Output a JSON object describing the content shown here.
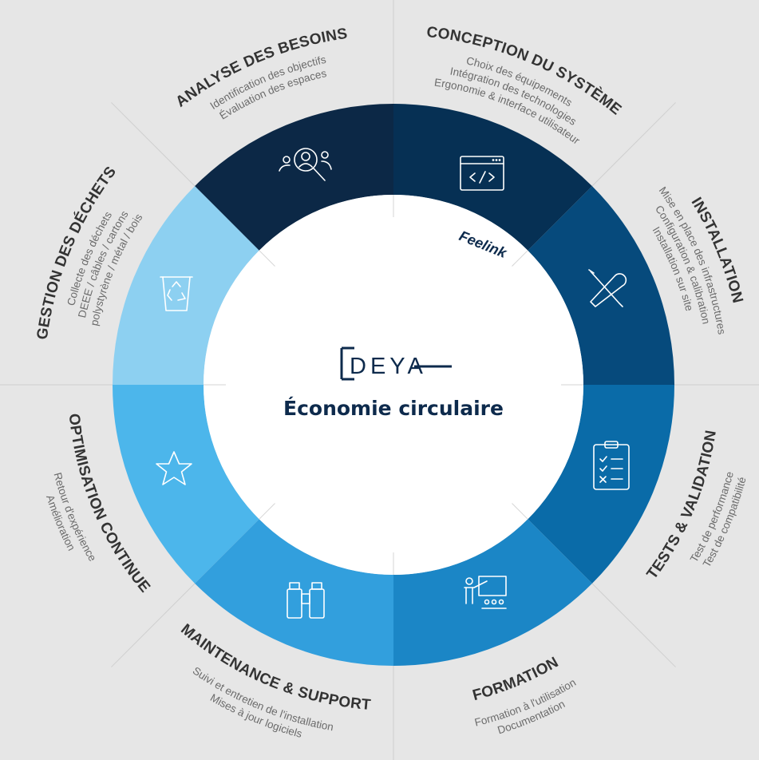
{
  "center": {
    "logo": "DEYA",
    "title": "Économie circulaire",
    "partner_logo": "Feelink"
  },
  "segments": [
    {
      "id": "analyse",
      "title": "ANALYSE DES BESOINS",
      "lines": [
        "Identification des objectifs",
        "Évaluation des espaces"
      ],
      "icon": "people-search-icon",
      "color": "#0c2846"
    },
    {
      "id": "conception",
      "title": "CONCEPTION DU SYSTÈME",
      "lines": [
        "Choix des équipements",
        "Intégration des technologies",
        "Ergonomie & interface utilisateur"
      ],
      "icon": "code-window-icon",
      "color": "#063054"
    },
    {
      "id": "installation",
      "title": "INSTALLATION",
      "lines": [
        "Mise en place des infrastructures",
        "Configuration & calibration",
        "Installation sur site"
      ],
      "icon": "tools-icon",
      "color": "#064a7c"
    },
    {
      "id": "tests",
      "title": "TESTS & VALIDATION",
      "lines": [
        "Test de performance",
        "Test de compatibilité"
      ],
      "icon": "checklist-icon",
      "color": "#0a6ba8"
    },
    {
      "id": "formation",
      "title": "FORMATION",
      "lines": [
        "Formation à l'utilisation",
        "Documentation"
      ],
      "icon": "teacher-icon",
      "color": "#1b86c6"
    },
    {
      "id": "maintenance",
      "title": "MAINTENANCE & SUPPORT",
      "lines": [
        "Suivi et entretien de l'installation",
        "Mises à jour logiciels"
      ],
      "icon": "binoculars-icon",
      "color": "#329fdd"
    },
    {
      "id": "optimisation",
      "title": "OPTIMISATION CONTINUE",
      "lines": [
        "Retour d'expérience",
        "Amélioration"
      ],
      "icon": "star-icon",
      "color": "#4cb6eb"
    },
    {
      "id": "dechets",
      "title": "GESTION DES DÉCHETS",
      "lines": [
        "Collecte des déchets",
        "DEEE / câbles / cartons",
        "polystyrène / métal / bois"
      ],
      "icon": "recycle-bin-icon",
      "color": "#8dd0f1"
    }
  ]
}
